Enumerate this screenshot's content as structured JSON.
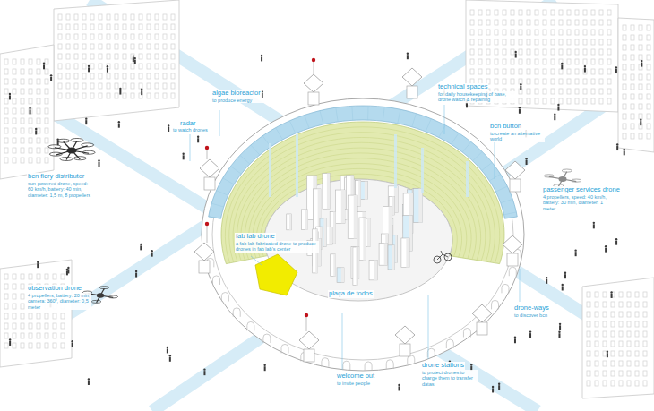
{
  "diagram": {
    "labels": [
      "algae bioreactor",
      "to produce energy",
      "technical spaces",
      "for daily housekeeping of base, drone watch & repairing",
      "radar",
      "to watch drones",
      "bcn button",
      "to create an alternative world",
      "bcn fiery distributor",
      "sun-powered drone, speed: 60 km/h, battery: 40 min, diameter: 1,5 m, 8 propellers",
      "passenger services drone",
      "4 propellers, speed: 40 km/h, battery: 30 min, diameter: 1 meter",
      "fab lab drone",
      "a fab lab fabricated drone to produce drones in fab lab's center",
      "plaça de todos",
      "observation drone",
      "4 propellers, battery: 20 min, camera: 360º, diameter: 0,5 meter",
      "drone-ways",
      "to discover bcn",
      "welcome out",
      "to invite people",
      "drone stations",
      "to protect drones to charge them to transfer datas"
    ]
  }
}
